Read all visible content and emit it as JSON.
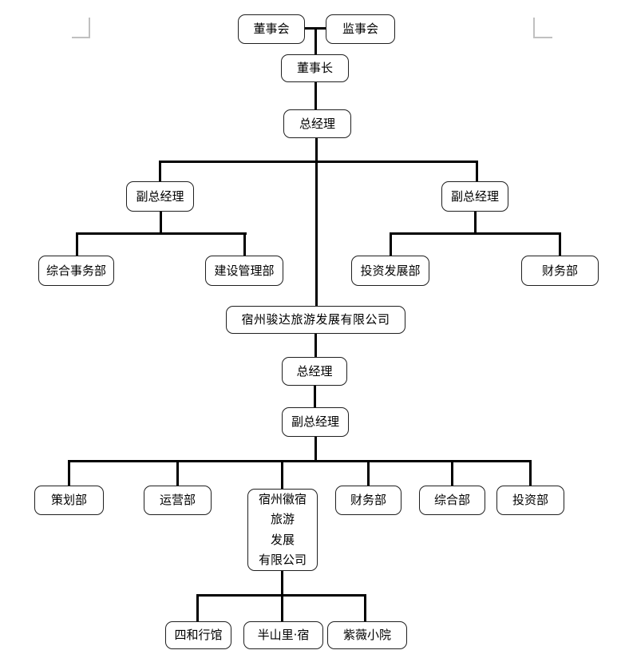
{
  "page": {
    "kind": "word-document-org-chart",
    "background_color": "#ffffff",
    "connector_color": "#000000",
    "box_border_color": "#1f1f1f",
    "box_fill_color": "#ffffff",
    "margin_mark_color": "#c0c0c0"
  },
  "org_chart": {
    "type": "diagram",
    "nodes": [
      {
        "id": "board",
        "label": "董事会"
      },
      {
        "id": "supervisory",
        "label": "监事会"
      },
      {
        "id": "chairman",
        "label": "董事长"
      },
      {
        "id": "gm-top",
        "label": "总经理"
      },
      {
        "id": "dgm-left",
        "label": "副总经理"
      },
      {
        "id": "dgm-right",
        "label": "副总经理"
      },
      {
        "id": "general-affairs",
        "label": "综合事务部"
      },
      {
        "id": "construction",
        "label": "建设管理部"
      },
      {
        "id": "invest-dev",
        "label": "投资发展部"
      },
      {
        "id": "finance-upper",
        "label": "财务部"
      },
      {
        "id": "junda-company",
        "label": "宿州骏达旅游发展有限公司"
      },
      {
        "id": "gm-mid",
        "label": "总经理"
      },
      {
        "id": "dgm-mid",
        "label": "副总经理"
      },
      {
        "id": "planning",
        "label": "策划部"
      },
      {
        "id": "operations",
        "label": "运营部"
      },
      {
        "id": "huisu-company",
        "label": "宿州徽宿\n旅游\n发展\n有限公司"
      },
      {
        "id": "finance-lower",
        "label": "财务部"
      },
      {
        "id": "general-dept",
        "label": "综合部"
      },
      {
        "id": "investment-dept",
        "label": "投资部"
      },
      {
        "id": "sihe-hotel",
        "label": "四和行馆"
      },
      {
        "id": "banshanli-hotel",
        "label": "半山里·宿"
      },
      {
        "id": "ziwei-hotel",
        "label": "紫薇小院"
      }
    ],
    "edges": [
      {
        "from": "board",
        "to": "supervisory"
      },
      {
        "from": "board",
        "to": "chairman"
      },
      {
        "from": "chairman",
        "to": "gm-top"
      },
      {
        "from": "gm-top",
        "to": "dgm-left"
      },
      {
        "from": "gm-top",
        "to": "dgm-right"
      },
      {
        "from": "dgm-left",
        "to": "general-affairs"
      },
      {
        "from": "dgm-left",
        "to": "construction"
      },
      {
        "from": "dgm-right",
        "to": "invest-dev"
      },
      {
        "from": "dgm-right",
        "to": "finance-upper"
      },
      {
        "from": "gm-top",
        "to": "junda-company"
      },
      {
        "from": "junda-company",
        "to": "gm-mid"
      },
      {
        "from": "gm-mid",
        "to": "dgm-mid"
      },
      {
        "from": "dgm-mid",
        "to": "planning"
      },
      {
        "from": "dgm-mid",
        "to": "operations"
      },
      {
        "from": "dgm-mid",
        "to": "huisu-company"
      },
      {
        "from": "dgm-mid",
        "to": "finance-lower"
      },
      {
        "from": "dgm-mid",
        "to": "general-dept"
      },
      {
        "from": "dgm-mid",
        "to": "investment-dept"
      },
      {
        "from": "huisu-company",
        "to": "sihe-hotel"
      },
      {
        "from": "huisu-company",
        "to": "banshanli-hotel"
      },
      {
        "from": "huisu-company",
        "to": "ziwei-hotel"
      }
    ]
  }
}
